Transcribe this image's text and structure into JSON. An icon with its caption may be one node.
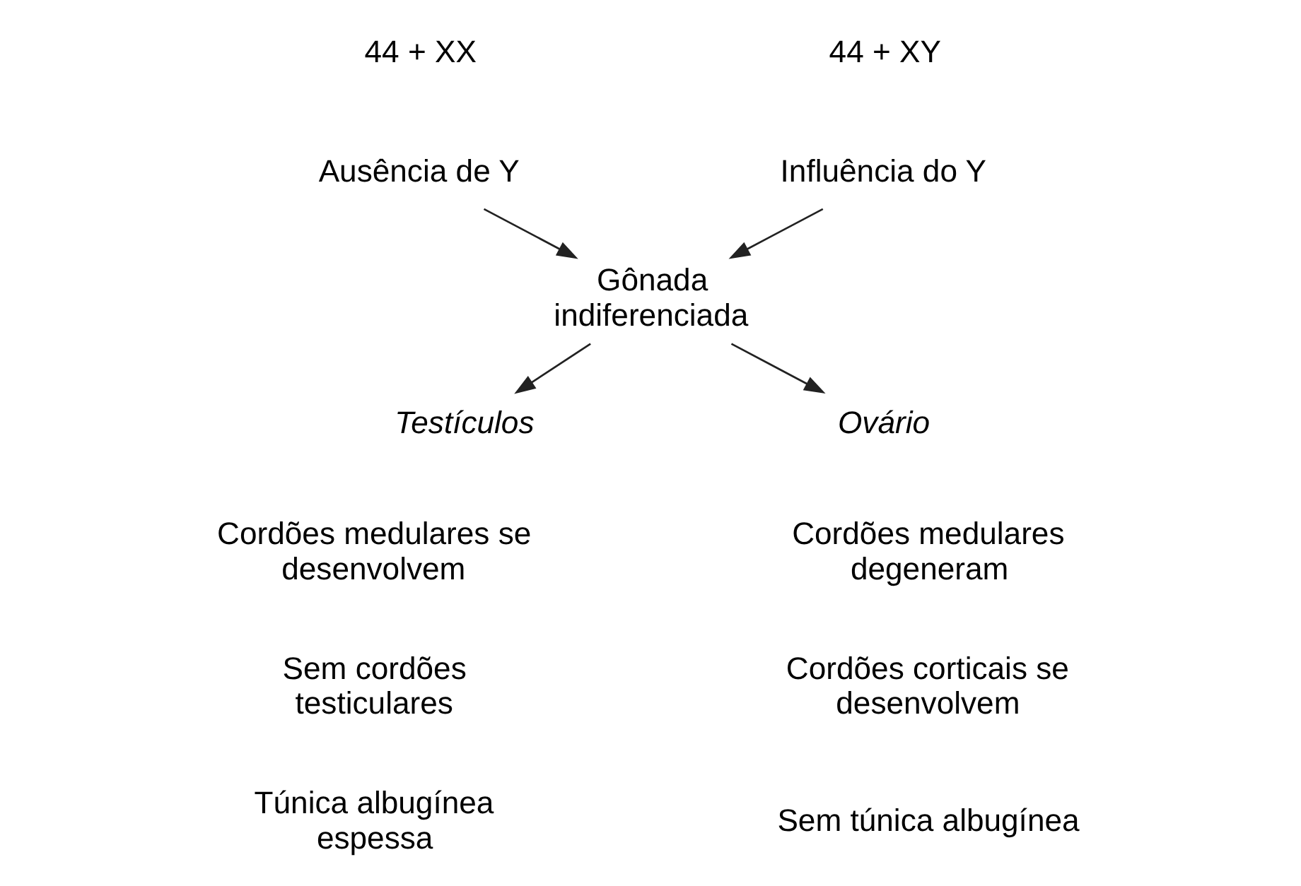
{
  "diagram": {
    "nodes": [
      {
        "text": [
          "Influência do Y"
        ]
      },
      {
        "text": [
          "Ausência de Y"
        ]
      },
      {
        "text": [
          "Gônada indiferenciada"
        ]
      },
      {
        "text": [
          "Testículos"
        ]
      },
      {
        "text": [
          "Ovário"
        ]
      }
    ],
    "edges": [
      {
        "from": 0,
        "to": 2,
        "arrow": "to"
      },
      {
        "from": 1,
        "to": 2,
        "arrow": "to"
      },
      {
        "from": 2,
        "to": 3,
        "arrow": "to"
      },
      {
        "from": 2,
        "to": 4,
        "arrow": "to"
      }
    ],
    "labels": [
      "44 + XY",
      "44 + XX",
      "Cordões medulares se desenvolvem",
      "Cordões medulares degeneram",
      "Sem cordões testiculares",
      "Cordões corticais se desenvolvem",
      "Túnica albugínea espessa",
      "Sem túnica albugínea"
    ]
  }
}
